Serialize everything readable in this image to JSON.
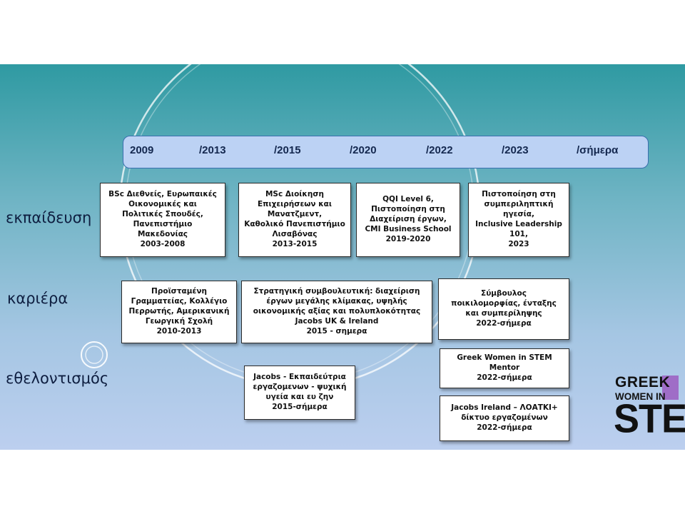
{
  "timeline": {
    "years": [
      "2009",
      "/2013",
      "/2015",
      "/2020",
      "/2022",
      "/2023",
      "/σήμερα"
    ]
  },
  "rows": {
    "education": "εκπαίδευση",
    "career": "καριέρα",
    "volunteering": "εθελοντισμός"
  },
  "cards": {
    "edu_bsc": "BSc Διεθνείς, Ευρωπαικές\nΟικονομικές και\nΠολιτικές Σπουδές,\nΠανεπιστήμιο\nΜακεδονίας\n2003-2008",
    "edu_msc": "MSc Διοίκηση\nΕπιχειρήσεων και\nΜανατζμεντ,\nΚαθολικό Πανεπιστήμιο\nΛισαβόνας\n2013-2015",
    "edu_qqi": "QQI Level 6,\nΠιστοποίηση στη\nΔιαχείριση έργων,\nCMI Business School\n2019-2020",
    "edu_leadership": "Πιστοποίηση στη\nσυμπεριληπτική\nηγεσία,\nInclusive Leadership\n101,\n2023",
    "career_perrotis": "Προϊσταμένη\nΓραμματείας, Κολλέγιο\nΠερρωτής, Αμερικανική\nΓεωργική Σχολή\n2010-2013",
    "career_jacobs": "Στρατηγική συμβουλευτική: διαχείριση\nέργων μεγάλης κλίμακας, υψηλής\nοικονομικής αξίας και πολυπλοκότητας\nJacobs UK & Ireland\n2015 - σημερα",
    "career_diversity": "Σύμβουλος\nποικιλομορφίας, ένταξης\nκαι συμπερίληψης\n2022-σήμερα",
    "vol_mentor": "Greek Women in STEM\nMentor\n2022-σήμερα",
    "vol_jacobs_trainer": "Jacobs - Εκπαιδεύτρια\nεργαζομενων - ψυχική\nυγεία και ευ ζην\n2015-σήμερα",
    "vol_lgbtq": "Jacobs Ireland – ΛΟΑΤΚΙ+\nδίκτυο εργαζομένων\n2022-σήμερα"
  },
  "logo": {
    "line1": "GREEK",
    "line2": "WOMEN IN",
    "line3": "STEM",
    "accent_color": "#9f6dc7"
  },
  "colors": {
    "band_top": "#2f9aa2",
    "band_bottom": "#bccfef",
    "timeline_fill": "#bcd2f4"
  }
}
